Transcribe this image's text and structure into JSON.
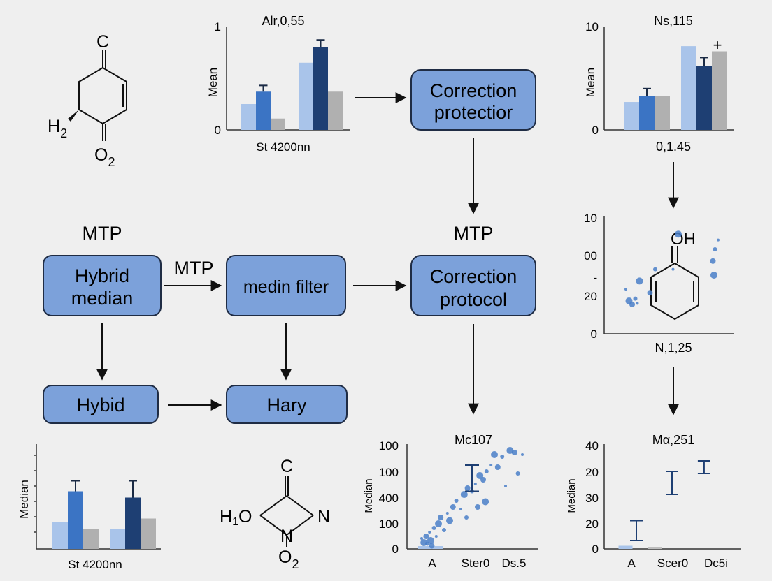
{
  "boxes": {
    "correction_protector": [
      "Correction",
      "protectior"
    ],
    "hybrid_median": [
      "Hybrid",
      "median"
    ],
    "medin_filter": [
      "medin filter"
    ],
    "correction_protocol": [
      "Correction",
      "protocol"
    ],
    "hybid": [
      "Hybid"
    ],
    "hary": [
      "Hary"
    ]
  },
  "labels": {
    "mtp_left": "MTP",
    "mtp_edge": "MTP",
    "mtp_center": "MTP",
    "subtitle_right_top": "0,1.45",
    "subtitle_right_mid": "N,1,25"
  },
  "molecules": {
    "top_left": {
      "top": "C",
      "left": "H",
      "left_sub": "2",
      "bottom": "O",
      "bottom_sub": "2"
    },
    "bottom_center": {
      "top": "C",
      "left": "H",
      "left_sub": "1",
      "left_tail": "O",
      "right": "N",
      "bottom_n": "N",
      "bottom": "O",
      "bottom_sub": "2"
    },
    "right_mid": {
      "top": "OH"
    }
  },
  "chart_data": [
    {
      "id": "top-bar-chart",
      "type": "bar",
      "title": "Alr,0,55",
      "xlabel": "St 4200nn",
      "ylabel": "Mean",
      "ylim": [
        0,
        1
      ],
      "yticks": [
        "0",
        "1"
      ],
      "groups": 2,
      "series": [
        {
          "values": [
            0.25,
            0.65
          ],
          "color": "#a9c4ea"
        },
        {
          "values": [
            0.37,
            0.8
          ],
          "color": "#3b74c4"
        },
        {
          "values": [
            0.11
          ],
          "color": "#9a9a9a"
        },
        {
          "values": [
            0.37
          ],
          "color": "#1e3f73"
        }
      ],
      "bars": [
        {
          "group": 0,
          "value": 0.25,
          "color": "#a9c4ea"
        },
        {
          "group": 0,
          "value": 0.37,
          "color": "#3b74c4",
          "err": 0.06
        },
        {
          "group": 0,
          "value": 0.11,
          "color": "#b0b0b0"
        },
        {
          "group": 1,
          "value": 0.65,
          "color": "#a9c4ea"
        },
        {
          "group": 1,
          "value": 0.8,
          "color": "#1e3f73",
          "err": 0.07
        },
        {
          "group": 1,
          "value": 0.37,
          "color": "#b0b0b0"
        }
      ]
    },
    {
      "id": "top-right-bar-chart",
      "type": "bar",
      "title": "Ns,115",
      "ylabel": "Mean",
      "ylim": [
        0,
        10
      ],
      "yticks": [
        "0",
        "10"
      ],
      "annotation": "+",
      "bars": [
        {
          "group": 0,
          "value": 2.7,
          "color": "#a9c4ea"
        },
        {
          "group": 0,
          "value": 3.3,
          "color": "#3b74c4",
          "err": 0.7
        },
        {
          "group": 0,
          "value": 3.3,
          "color": "#b0b0b0"
        },
        {
          "group": 1,
          "value": 8.1,
          "color": "#a9c4ea"
        },
        {
          "group": 1,
          "value": 6.2,
          "color": "#1e3f73",
          "err": 0.8
        },
        {
          "group": 1,
          "value": 7.6,
          "color": "#b0b0b0"
        }
      ]
    },
    {
      "id": "right-scatter",
      "type": "scatter",
      "yticks": [
        "10",
        "00",
        "-",
        "20",
        "0"
      ],
      "points": [
        {
          "x": 0.1,
          "y": 0.38
        },
        {
          "x": 0.13,
          "y": 0.28
        },
        {
          "x": 0.16,
          "y": 0.25
        },
        {
          "x": 0.19,
          "y": 0.3
        },
        {
          "x": 0.21,
          "y": 0.26
        },
        {
          "x": 0.23,
          "y": 0.45
        },
        {
          "x": 0.33,
          "y": 0.35
        },
        {
          "x": 0.38,
          "y": 0.55
        },
        {
          "x": 0.55,
          "y": 0.55
        },
        {
          "x": 0.6,
          "y": 0.85
        },
        {
          "x": 0.93,
          "y": 0.62
        },
        {
          "x": 0.95,
          "y": 0.72
        },
        {
          "x": 0.98,
          "y": 0.8
        },
        {
          "x": 0.94,
          "y": 0.5
        }
      ]
    },
    {
      "id": "bottom-left-bar-chart",
      "type": "bar",
      "xlabel": "St 4200nn",
      "ylabel": "Median",
      "ylim": [
        0,
        1
      ],
      "bars": [
        {
          "group": 0,
          "value": 0.26,
          "color": "#a9c4ea"
        },
        {
          "group": 0,
          "value": 0.55,
          "color": "#3b74c4",
          "err": 0.1
        },
        {
          "group": 0,
          "value": 0.19,
          "color": "#b0b0b0"
        },
        {
          "group": 1,
          "value": 0.19,
          "color": "#a9c4ea"
        },
        {
          "group": 1,
          "value": 0.49,
          "color": "#1e3f73",
          "err": 0.16
        },
        {
          "group": 1,
          "value": 0.29,
          "color": "#b0b0b0"
        }
      ]
    },
    {
      "id": "bottom-scatter",
      "type": "scatter",
      "title": "Mc107",
      "ylabel": "Median",
      "yticks": [
        "100",
        "100",
        "400",
        "100",
        "0"
      ],
      "xticks": [
        "A",
        "Ster0",
        "Ds.5"
      ],
      "points": [
        {
          "x": 0.05,
          "y": 0.1
        },
        {
          "x": 0.07,
          "y": 0.06
        },
        {
          "x": 0.09,
          "y": 0.12
        },
        {
          "x": 0.1,
          "y": 0.05
        },
        {
          "x": 0.12,
          "y": 0.16
        },
        {
          "x": 0.13,
          "y": 0.08
        },
        {
          "x": 0.14,
          "y": 0.03
        },
        {
          "x": 0.16,
          "y": 0.2
        },
        {
          "x": 0.18,
          "y": 0.12
        },
        {
          "x": 0.2,
          "y": 0.24
        },
        {
          "x": 0.22,
          "y": 0.3
        },
        {
          "x": 0.25,
          "y": 0.18
        },
        {
          "x": 0.28,
          "y": 0.34
        },
        {
          "x": 0.3,
          "y": 0.27
        },
        {
          "x": 0.33,
          "y": 0.4
        },
        {
          "x": 0.36,
          "y": 0.46
        },
        {
          "x": 0.4,
          "y": 0.38
        },
        {
          "x": 0.43,
          "y": 0.52
        },
        {
          "x": 0.46,
          "y": 0.58
        },
        {
          "x": 0.5,
          "y": 0.55
        },
        {
          "x": 0.53,
          "y": 0.62
        },
        {
          "x": 0.57,
          "y": 0.7
        },
        {
          "x": 0.6,
          "y": 0.66
        },
        {
          "x": 0.63,
          "y": 0.74
        },
        {
          "x": 0.67,
          "y": 0.8
        },
        {
          "x": 0.7,
          "y": 0.9
        },
        {
          "x": 0.73,
          "y": 0.78
        },
        {
          "x": 0.77,
          "y": 0.88
        },
        {
          "x": 0.8,
          "y": 0.6
        },
        {
          "x": 0.84,
          "y": 0.94
        },
        {
          "x": 0.88,
          "y": 0.92
        },
        {
          "x": 0.91,
          "y": 0.72
        },
        {
          "x": 0.95,
          "y": 0.9
        },
        {
          "x": 0.62,
          "y": 0.45
        },
        {
          "x": 0.55,
          "y": 0.4
        },
        {
          "x": 0.45,
          "y": 0.3
        }
      ],
      "errorbar": {
        "x": 0.5,
        "low": 0.55,
        "high": 0.8
      }
    },
    {
      "id": "bottom-right-errorbar-chart",
      "type": "scatter",
      "title": "Mα,251",
      "ylabel": "Median",
      "yticks": [
        "40",
        "20",
        "30",
        "20",
        "0"
      ],
      "xticks": [
        "A",
        "Scer0",
        "Dc5i"
      ],
      "errorbars": [
        {
          "x": 0.2,
          "low": 0.08,
          "high": 0.27
        },
        {
          "x": 0.5,
          "low": 0.52,
          "high": 0.74
        },
        {
          "x": 0.77,
          "low": 0.72,
          "high": 0.84
        }
      ],
      "bars": [
        {
          "x": 0.05,
          "value": 0.03
        },
        {
          "x": 0.3,
          "value": 0.02
        }
      ]
    }
  ]
}
